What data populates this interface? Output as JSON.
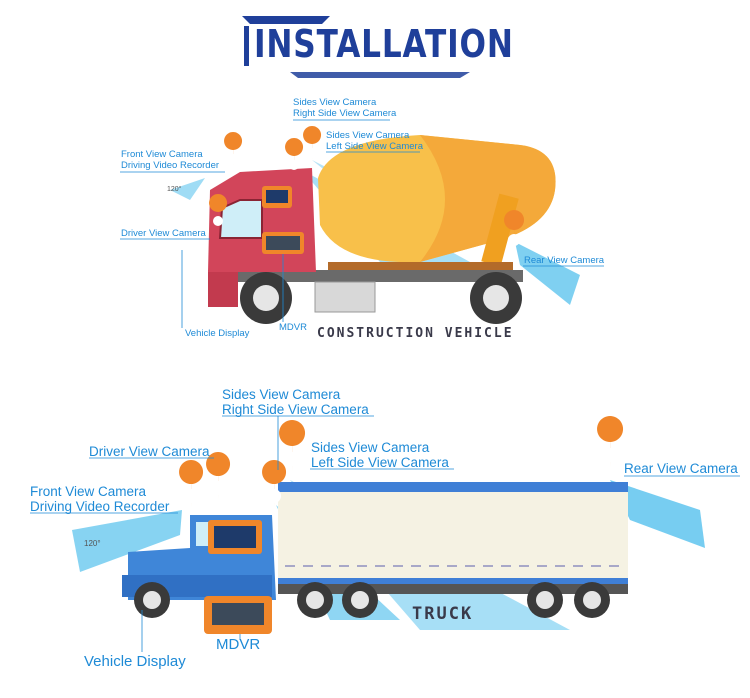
{
  "title": "INSTALLATION",
  "colors": {
    "accent": "#1f3f9a",
    "label": "#1e8ad6",
    "marker": "#f0862a",
    "beam": "#5fc4ee"
  },
  "construction": {
    "caption": "CONSTRUCTION VEHICLE",
    "angle": "120°",
    "labels": {
      "sides_right_1": "Sides View Camera",
      "sides_right_2": "Right Side View Camera",
      "sides_left_1": "Sides View Camera",
      "sides_left_2": "Left Side View Camera",
      "front_1": "Front View Camera",
      "front_2": "Driving Video Recorder",
      "driver": "Driver View Camera",
      "rear": "Rear View Camera",
      "display": "Vehicle Display",
      "mdvr": "MDVR"
    }
  },
  "truck": {
    "caption": "TRUCK",
    "angle": "120°",
    "labels": {
      "sides_right_1": "Sides View Camera",
      "sides_right_2": "Right Side View Camera",
      "sides_left_1": "Sides View Camera",
      "sides_left_2": "Left Side View Camera",
      "driver": "Driver View Camera",
      "front_1": "Front View Camera",
      "front_2": "Driving Video Recorder",
      "rear": "Rear View Camera",
      "mdvr": "MDVR",
      "display": "Vehicle Display"
    }
  }
}
